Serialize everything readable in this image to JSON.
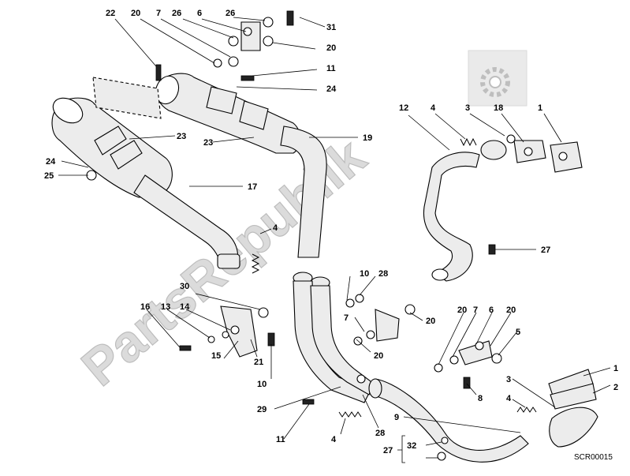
{
  "watermark": {
    "text": "PartsRepublik",
    "icon": "gear-icon"
  },
  "drawing_code": "SCR00015",
  "callouts": {
    "c22": "22",
    "c20a": "20",
    "c7a": "7",
    "c26a": "26",
    "c6a": "6",
    "c26b": "26",
    "c31": "31",
    "c20b": "20",
    "c11a": "11",
    "c24a": "24",
    "c12": "12",
    "c4a": "4",
    "c3a": "3",
    "c18": "18",
    "c1a": "1",
    "c23a": "23",
    "c23b": "23",
    "c19": "19",
    "c24b": "24",
    "c25": "25",
    "c17": "17",
    "c4b": "4",
    "c27a": "27",
    "c30": "30",
    "c10a": "10",
    "c28a": "28",
    "c16": "16",
    "c13": "13",
    "c14": "14",
    "c7b": "7",
    "c20c": "20",
    "c20d": "20",
    "c15": "15",
    "c21": "21",
    "c10b": "10",
    "c20e": "20",
    "c7c": "7",
    "c6b": "6",
    "c20f": "20",
    "c5": "5",
    "c1b": "1",
    "c2": "2",
    "c8": "8",
    "c3b": "3",
    "c4c": "4",
    "c29": "29",
    "c9": "9",
    "c28b": "28",
    "c11b": "11",
    "c4d": "4",
    "c32": "32",
    "c27b": "27"
  }
}
